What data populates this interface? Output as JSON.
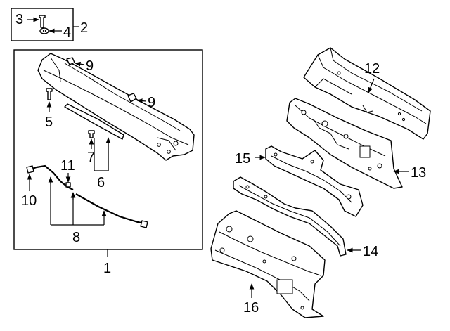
{
  "callouts": {
    "c1": "1",
    "c2": "2",
    "c3": "3",
    "c4": "4",
    "c5": "5",
    "c6": "6",
    "c7": "7",
    "c8": "8",
    "c9": "9",
    "c9b": "9",
    "c10": "10",
    "c11": "11",
    "c12": "12",
    "c13": "13",
    "c14": "14",
    "c15": "15",
    "c16": "16"
  },
  "colors": {
    "line": "#000000",
    "background": "#ffffff"
  }
}
